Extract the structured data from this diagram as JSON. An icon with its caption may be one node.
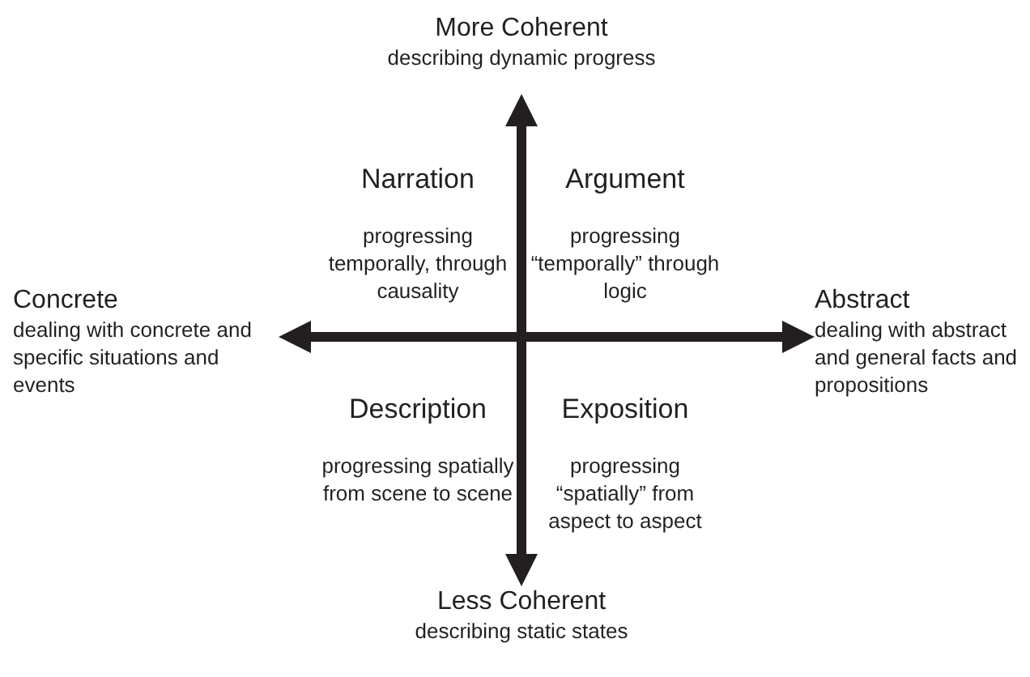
{
  "diagram": {
    "nodes": [
      {
        "text": [
          "More Coherent",
          "describing dynamic progress"
        ]
      },
      {
        "text": [
          "Concrete",
          "dealing with concrete and specific situations and events"
        ]
      },
      {
        "text": [
          "Abstract",
          "dealing with abstract and general facts and propositions"
        ]
      },
      {
        "text": [
          "Less Coherent",
          "describing static states"
        ]
      }
    ],
    "edges": [
      {
        "from": 0,
        "to": 3,
        "arrow": "both"
      },
      {
        "from": 1,
        "to": 2,
        "arrow": "both"
      }
    ],
    "labels": [
      "Narration",
      "progressing temporally, through causality",
      "Argument",
      "progressing “temporally” through logic",
      "Description",
      "progressing spatially from scene to scene",
      "Exposition",
      "progressing “spatially” from aspect to aspect"
    ]
  }
}
